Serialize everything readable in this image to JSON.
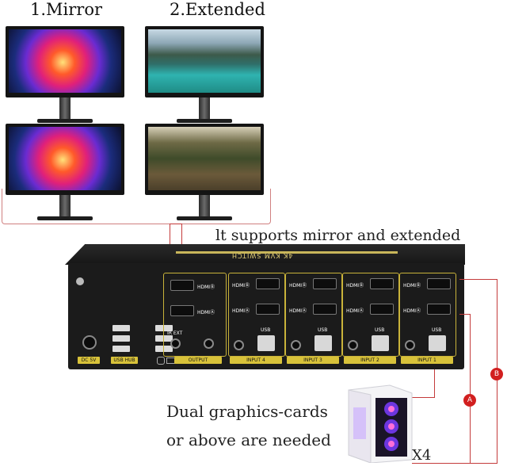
{
  "headings": {
    "mirror": "1.Mirror",
    "extended": "2.Extended"
  },
  "caption": "lt supports mirror and extended",
  "kvm": {
    "top_label": "4K KVM SWITCH",
    "hdmi_b": "HDMIⒷ",
    "hdmi_a": "HDMIⒶ",
    "usb": "USB",
    "ir_ext": "IR EXT",
    "dc": "DC 5V",
    "usb_hub": "USB HUB",
    "output": "OUTPUT",
    "inputs": [
      "INPUT 4",
      "INPUT 3",
      "INPUT 2",
      "INPUT 1"
    ]
  },
  "note": {
    "line1": "Dual graphics-cards",
    "line2": "or above are needed"
  },
  "multiplier": "X4",
  "badges": {
    "a": "A",
    "b": "B"
  },
  "colors": {
    "cable": "#c43b3b",
    "badge": "#d21f1f",
    "accent_gold": "#d8c23a"
  }
}
